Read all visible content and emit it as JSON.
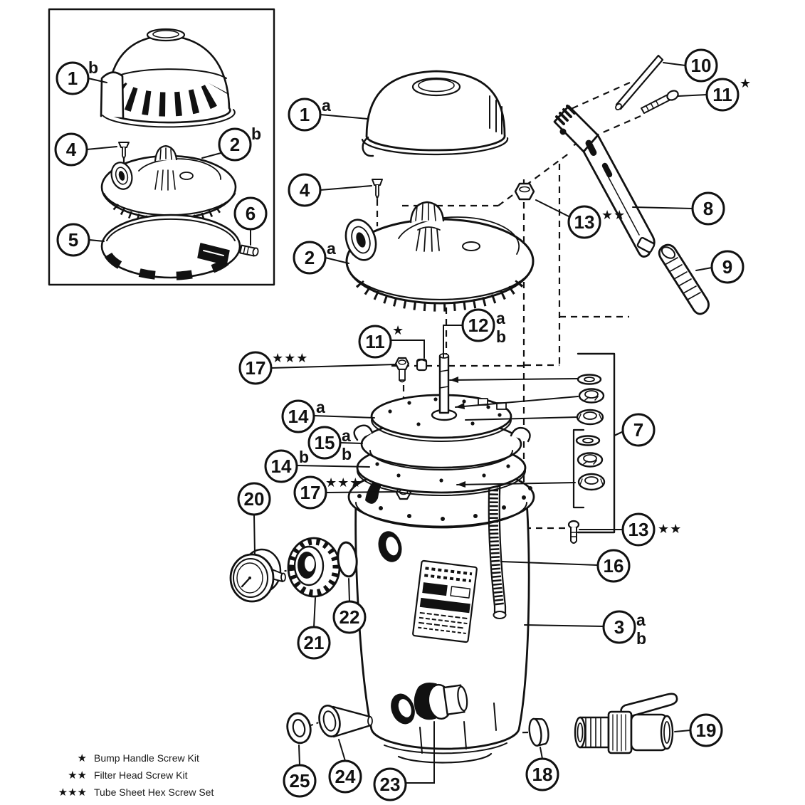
{
  "page": {
    "background": "#ffffff",
    "ink": "#111111"
  },
  "legend": {
    "rows": [
      {
        "stars": "★",
        "label": "Bump Handle Screw Kit"
      },
      {
        "stars": "★★",
        "label": "Filter Head Screw Kit"
      },
      {
        "stars": "★★★",
        "label": "Tube Sheet Hex Screw Set"
      }
    ]
  },
  "callouts": {
    "inset_cap": {
      "num": "1",
      "suffix": "b"
    },
    "inset_screw": {
      "num": "4"
    },
    "inset_head": {
      "num": "2",
      "suffix": "b"
    },
    "inset_clamp": {
      "num": "5"
    },
    "inset_clamp_bolt": {
      "num": "6"
    },
    "cap": {
      "num": "1",
      "suffix": "a"
    },
    "head_screw": {
      "num": "4"
    },
    "head": {
      "num": "2",
      "suffix": "a"
    },
    "handle_pin": {
      "num": "10"
    },
    "handle_screw": {
      "num": "11",
      "stars": "★"
    },
    "handle_nut": {
      "num": "13",
      "stars": "★★"
    },
    "bump_handle": {
      "num": "8"
    },
    "handle_grip": {
      "num": "9"
    },
    "shaft": {
      "num": "12",
      "suffix_a": "a",
      "suffix_b": "b"
    },
    "shaft_plug": {
      "num": "11",
      "stars": "★"
    },
    "tube_sheet_bolt": {
      "num": "17",
      "stars": "★★★"
    },
    "tube_sheet_top": {
      "num": "14",
      "suffix": "a"
    },
    "retainer_ring": {
      "num": "15",
      "suffix_a": "a",
      "suffix_b": "b"
    },
    "tube_sheet_bottom": {
      "num": "14",
      "suffix": "b"
    },
    "tube_sheet_nut": {
      "num": "17",
      "stars": "★★★"
    },
    "washer_nut_set": {
      "num": "7"
    },
    "pressure_gauge": {
      "num": "20"
    },
    "coupling_nut": {
      "num": "21"
    },
    "gauge_oring": {
      "num": "22"
    },
    "filter_head_screw": {
      "num": "13",
      "stars": "★★"
    },
    "relief_tube": {
      "num": "16"
    },
    "filter_body": {
      "num": "3",
      "suffix_a": "a",
      "suffix_b": "b"
    },
    "ball_valve": {
      "num": "19"
    },
    "drain_plug": {
      "num": "18"
    },
    "bulkhead_fitting": {
      "num": "23"
    },
    "diffuser_cone": {
      "num": "24"
    },
    "fitting_washer": {
      "num": "25"
    }
  }
}
